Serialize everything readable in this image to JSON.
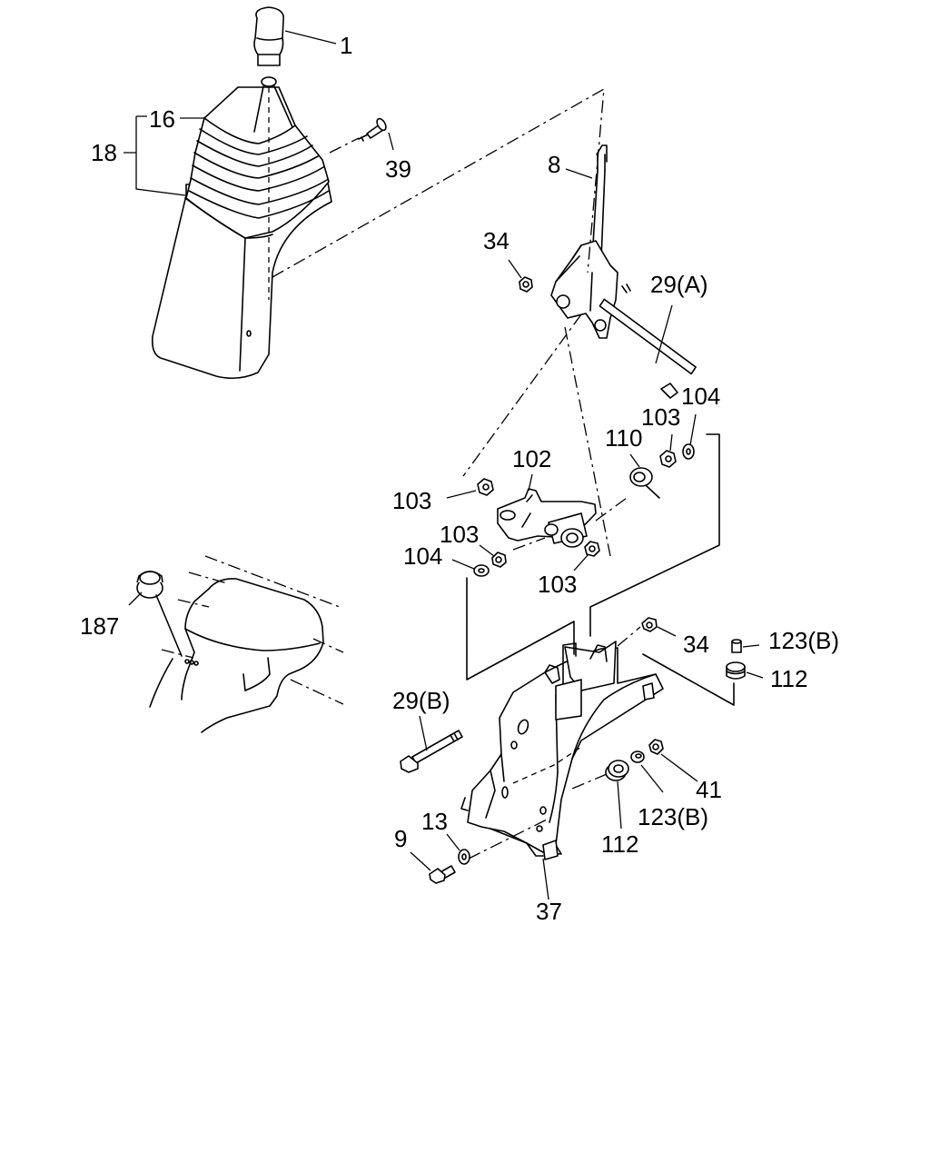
{
  "callouts": [
    {
      "id": "c1",
      "text": "1"
    },
    {
      "id": "c16",
      "text": "16"
    },
    {
      "id": "c18",
      "text": "18"
    },
    {
      "id": "c39",
      "text": "39"
    },
    {
      "id": "c8",
      "text": "8"
    },
    {
      "id": "c34a",
      "text": "34"
    },
    {
      "id": "c29a",
      "text": "29(A)"
    },
    {
      "id": "c104a",
      "text": "104"
    },
    {
      "id": "c103a",
      "text": "103"
    },
    {
      "id": "c110",
      "text": "110"
    },
    {
      "id": "c102",
      "text": "102"
    },
    {
      "id": "c103b",
      "text": "103"
    },
    {
      "id": "c103c",
      "text": "103"
    },
    {
      "id": "c104b",
      "text": "104"
    },
    {
      "id": "c103d",
      "text": "103"
    },
    {
      "id": "c187",
      "text": "187"
    },
    {
      "id": "c34b",
      "text": "34"
    },
    {
      "id": "c123a",
      "text": "123(B)"
    },
    {
      "id": "c112a",
      "text": "112"
    },
    {
      "id": "c29b",
      "text": "29(B)"
    },
    {
      "id": "c41",
      "text": "41"
    },
    {
      "id": "c123b",
      "text": "123(B)"
    },
    {
      "id": "c112b",
      "text": "112"
    },
    {
      "id": "c13",
      "text": "13"
    },
    {
      "id": "c9",
      "text": "9"
    },
    {
      "id": "c37",
      "text": "37"
    }
  ]
}
